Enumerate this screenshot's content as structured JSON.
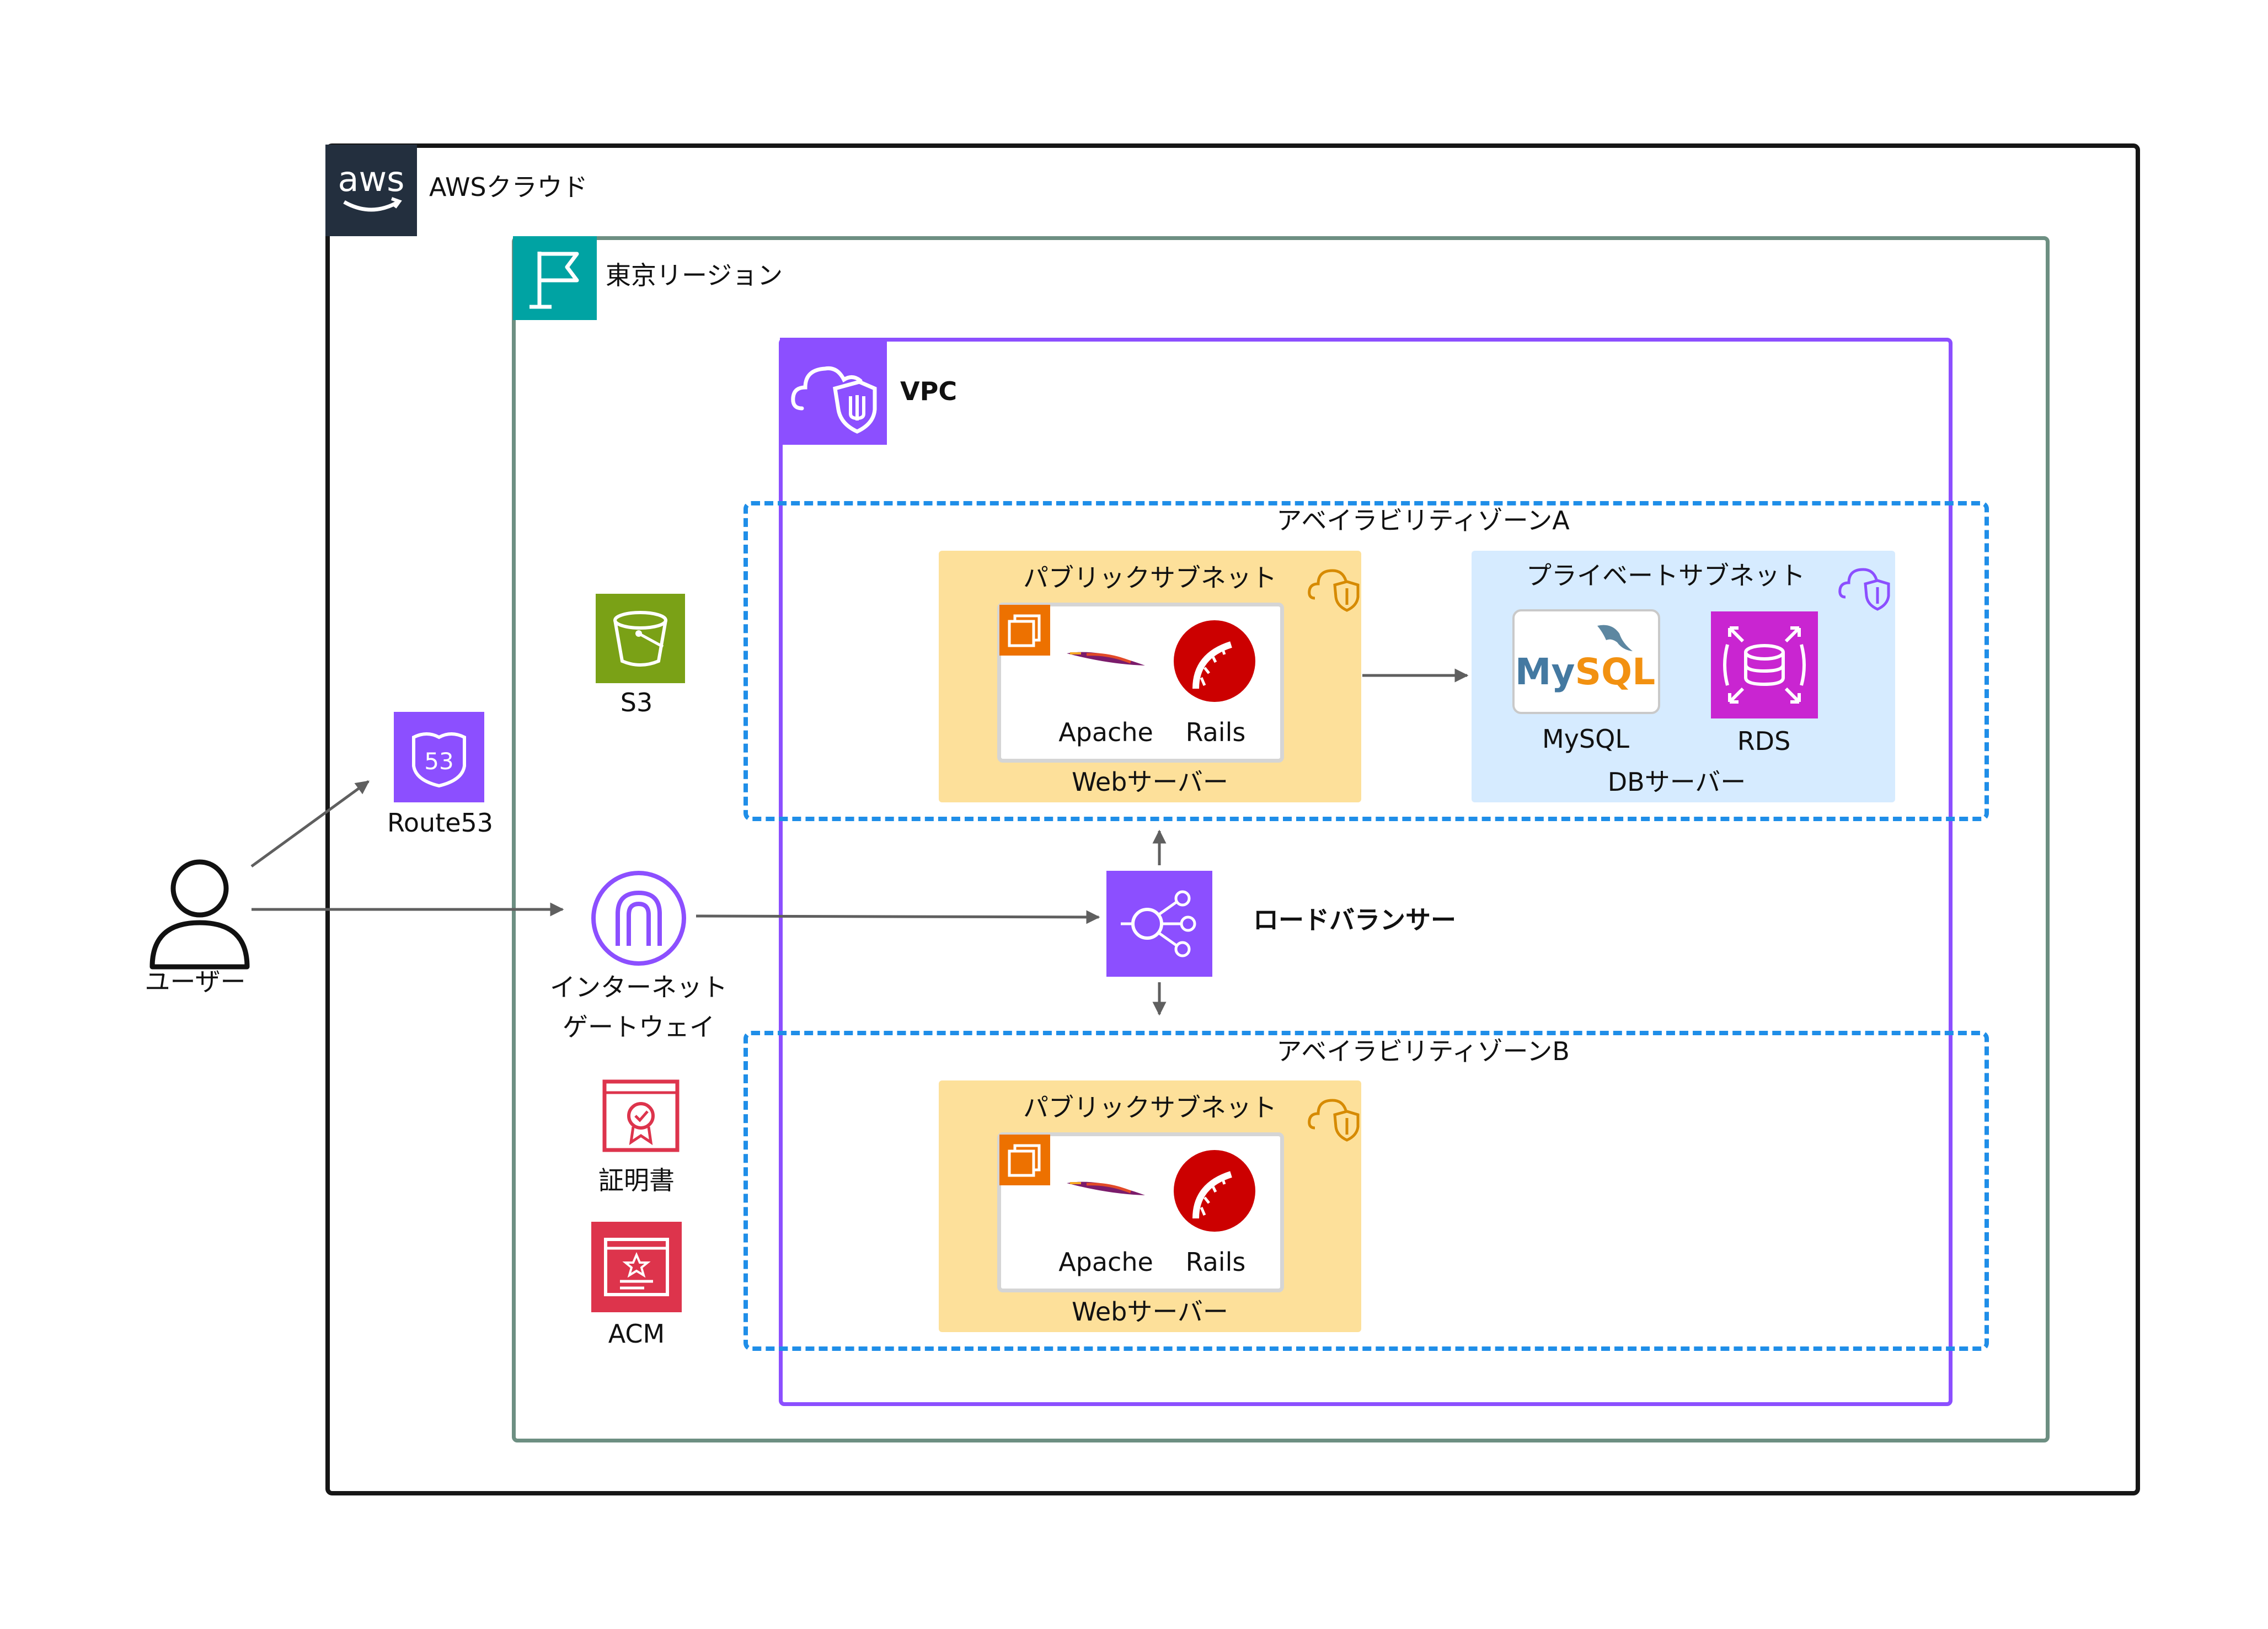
{
  "cloud": {
    "label": "AWSクラウド",
    "logo_text": "aws"
  },
  "region": {
    "label": "東京リージョン"
  },
  "vpc": {
    "label": "VPC"
  },
  "az_a": {
    "label": "アベイラビリティゾーンA",
    "public_subnet": {
      "label": "パブリックサブネット",
      "server": {
        "label": "Webサーバー",
        "apps": [
          "Apache",
          "Rails"
        ]
      }
    },
    "private_subnet": {
      "label": "プライベートサブネット",
      "server": {
        "label": "DBサーバー",
        "apps": [
          "MySQL",
          "RDS"
        ],
        "mysql_logo": "MySQL"
      }
    }
  },
  "az_b": {
    "label": "アベイラビリティゾーンB",
    "public_subnet": {
      "label": "パブリックサブネット",
      "server": {
        "label": "Webサーバー",
        "apps": [
          "Apache",
          "Rails"
        ]
      }
    }
  },
  "services": {
    "user": "ユーザー",
    "route53": "Route53",
    "route53_badge": "53",
    "s3": "S3",
    "igw_line1": "インターネット",
    "igw_line2": "ゲートウェイ",
    "certificate": "証明書",
    "acm": "ACM",
    "load_balancer": "ロードバランサー"
  },
  "colors": {
    "aws_dark": "#232f3e",
    "region_teal": "#00a3a3",
    "vpc_purple": "#8c4fff",
    "az_blue": "#1f8ee8",
    "public_subnet": "#fde09a",
    "private_subnet": "#d6ebff",
    "s3_green": "#7aa116",
    "route53_purple": "#8c4fff",
    "acm_red": "#dd344c",
    "ec2_orange": "#ed7100",
    "rds_magenta": "#c925d1",
    "rails_red": "#cc0000",
    "arrow_gray": "#5f5f5f"
  },
  "icons": [
    "aws-logo-icon",
    "flag-icon",
    "vpc-cloud-shield-icon",
    "user-icon",
    "route53-icon",
    "s3-bucket-icon",
    "internet-gateway-icon",
    "certificate-icon",
    "acm-icon",
    "load-balancer-icon",
    "ec2-instance-icon",
    "apache-feather-icon",
    "rails-icon",
    "mysql-logo-icon",
    "rds-icon",
    "subnet-shield-icon"
  ]
}
